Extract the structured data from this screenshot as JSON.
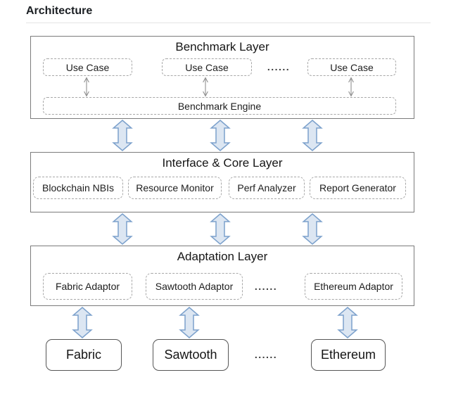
{
  "page": {
    "title": "Architecture"
  },
  "benchmark_layer": {
    "title": "Benchmark Layer",
    "use_cases": [
      "Use Case",
      "Use Case",
      "Use Case"
    ],
    "ellipsis": "......",
    "engine_label": "Benchmark Engine"
  },
  "interface_layer": {
    "title": "Interface & Core Layer",
    "components": [
      "Blockchain NBIs",
      "Resource Monitor",
      "Perf Analyzer",
      "Report Generator"
    ]
  },
  "adaptation_layer": {
    "title": "Adaptation Layer",
    "adaptors": [
      "Fabric Adaptor",
      "Sawtooth Adaptor",
      "Ethereum Adaptor"
    ],
    "ellipsis": "......"
  },
  "blockchains": {
    "items": [
      "Fabric",
      "Sawtooth",
      "Ethereum"
    ],
    "ellipsis": "......"
  },
  "colors": {
    "arrow_fill": "#dce6f2",
    "arrow_stroke": "#7ca1cc",
    "layer_border": "#7b7b7b",
    "dashed_border": "#a7a7a7",
    "node_border": "#565656",
    "small_arrow": "#909090",
    "divider": "#e4e4e4",
    "text": "#1d1d1d"
  }
}
